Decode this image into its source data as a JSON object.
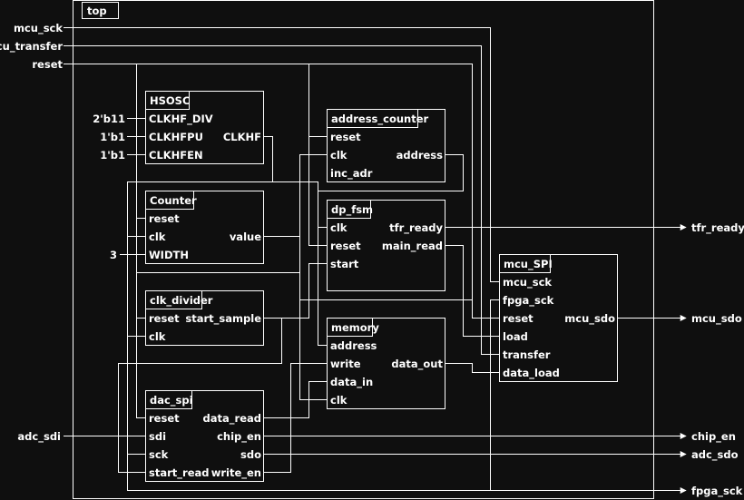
{
  "top_module": {
    "name": "top"
  },
  "ports": {
    "inputs": [
      "mcu_sck",
      "mcu_transfer",
      "reset",
      "adc_sdi"
    ],
    "outputs": [
      "tfr_ready",
      "mcu_sdo",
      "chip_en",
      "adc_sdo",
      "fpga_sck"
    ]
  },
  "constants": {
    "clkhf_div": "2'b11",
    "clkhfpu": "1'b1",
    "clkhfen": "1'b1",
    "width": "3"
  },
  "modules": {
    "hsosc": {
      "name": "HSOSC",
      "pins_in": [
        "CLKHF_DIV",
        "CLKHFPU",
        "CLKHFEN"
      ],
      "pins_out": [
        "CLKHF"
      ]
    },
    "counter": {
      "name": "Counter",
      "pins_in": [
        "reset",
        "clk",
        "WIDTH"
      ],
      "pins_out": [
        "value"
      ]
    },
    "clk_divider": {
      "name": "clk_divider",
      "pins_in": [
        "reset",
        "clk"
      ],
      "pins_out": [
        "start_sample"
      ]
    },
    "dac_spi": {
      "name": "dac_spi",
      "pins_in": [
        "reset",
        "sdi",
        "sck",
        "start_read"
      ],
      "pins_out": [
        "data_read",
        "chip_en",
        "sdo",
        "write_en"
      ]
    },
    "address_counter": {
      "name": "address_counter",
      "pins_in": [
        "reset",
        "clk",
        "inc_adr"
      ],
      "pins_out": [
        "address"
      ]
    },
    "dp_fsm": {
      "name": "dp_fsm",
      "pins_in": [
        "clk",
        "reset",
        "start"
      ],
      "pins_out": [
        "tfr_ready",
        "main_read"
      ]
    },
    "memory": {
      "name": "memory",
      "pins_in": [
        "address",
        "write",
        "data_in",
        "clk"
      ],
      "pins_out": [
        "data_out"
      ]
    },
    "mcu_spi": {
      "name": "mcu_SPI",
      "pins_in": [
        "mcu_sck",
        "fpga_sck",
        "reset",
        "load",
        "transfer",
        "data_load"
      ],
      "pins_out": [
        "mcu_sdo"
      ]
    }
  },
  "colors": {
    "background": "#0f0f0f",
    "line": "#ffffff",
    "text": "#ffffff"
  }
}
